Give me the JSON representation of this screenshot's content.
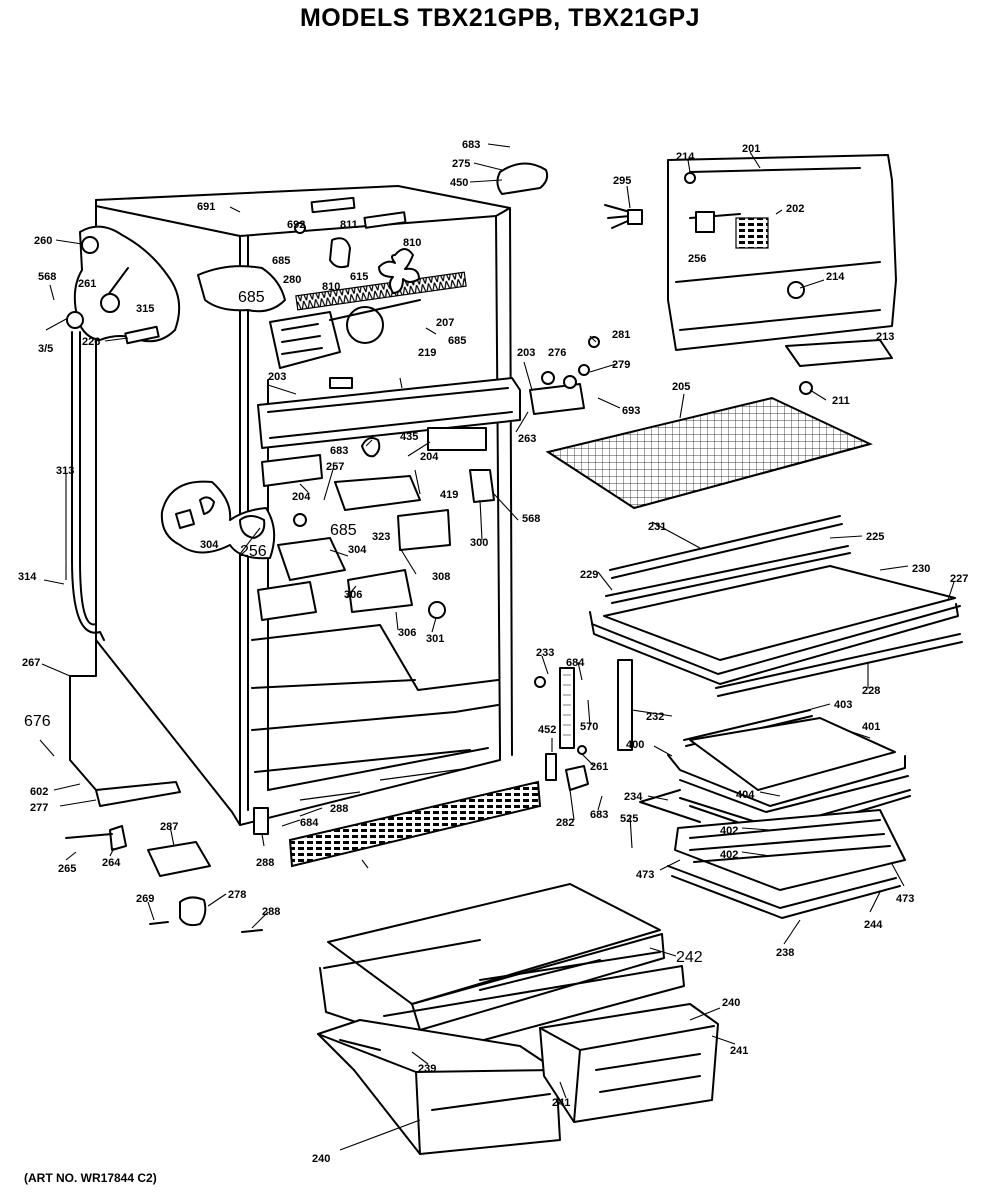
{
  "title": "MODELS TBX21GPB, TBX21GPJ",
  "art_no": "(ART NO. WR17844 C2)",
  "callouts": [
    "683",
    "275",
    "450",
    "295",
    "214",
    "201",
    "691",
    "692",
    "811",
    "810",
    "260",
    "202",
    "685",
    "615",
    "280",
    "256",
    "214",
    "568",
    "261",
    "810",
    "315",
    "685",
    "207",
    "3/5",
    "226",
    "685",
    "213",
    "219",
    "281",
    "276",
    "279",
    "211",
    "203",
    "203",
    "693",
    "205",
    "263",
    "683",
    "435",
    "204",
    "257",
    "419",
    "204",
    "568",
    "304",
    "685",
    "256",
    "323",
    "300",
    "231",
    "225",
    "304",
    "308",
    "229",
    "230",
    "227",
    "306",
    "306",
    "301",
    "313",
    "233",
    "684",
    "228",
    "403",
    "570",
    "232",
    "401",
    "452",
    "400",
    "261",
    "314",
    "267",
    "676",
    "404",
    "234",
    "602",
    "277",
    "288",
    "282",
    "683",
    "525",
    "402",
    "684",
    "402",
    "473",
    "287",
    "473",
    "264",
    "288",
    "265",
    "244",
    "238",
    "269",
    "278",
    "288",
    "242",
    "240",
    "241",
    "239",
    "241",
    "240"
  ]
}
